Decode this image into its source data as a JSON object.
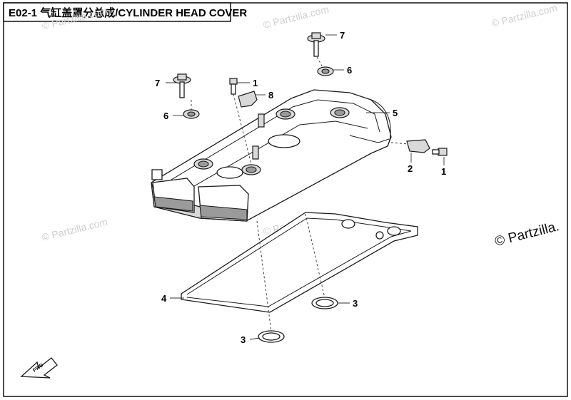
{
  "title": "E02-1 气缸盖罩分总成/CYLINDER HEAD COVER",
  "watermark": "© Partzilla.com",
  "watermark_edge": "© Partzilla.",
  "fwd_label": "FWD",
  "callouts": {
    "c7a": "7",
    "c6a": "6",
    "c7b": "7",
    "c6b": "6",
    "c1a": "1",
    "c8": "8",
    "c5": "5",
    "c2": "2",
    "c1b": "1",
    "c4": "4",
    "c3a": "3",
    "c3b": "3"
  }
}
